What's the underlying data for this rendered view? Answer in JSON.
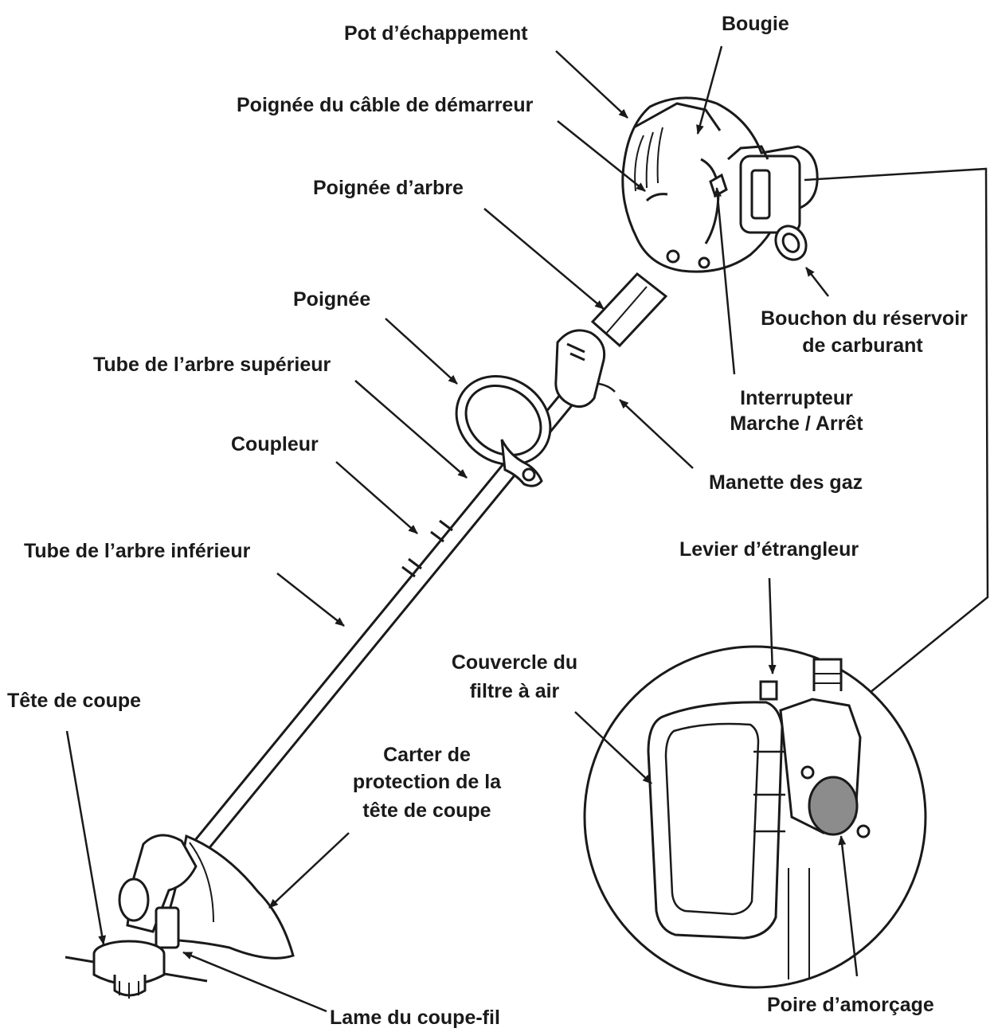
{
  "colors": {
    "ink": "#1a1a1a",
    "primer_bulb": "#8c8c8c",
    "background": "#ffffff"
  },
  "labels": {
    "exhaust": "Pot d’échappement",
    "spark_plug": "Bougie",
    "starter_handle": "Poignée du câble de démarreur",
    "shaft_handle": "Poignée d’arbre",
    "fuel_cap_1": "Bouchon du réservoir",
    "fuel_cap_2": "de carburant",
    "handle": "Poignée",
    "upper_tube": "Tube de l’arbre supérieur",
    "switch_1": "Interrupteur",
    "switch_2": "Marche / Arrêt",
    "coupler": "Coupleur",
    "throttle": "Manette des gaz",
    "lower_tube": "Tube de l’arbre inférieur",
    "choke": "Levier d’étrangleur",
    "air_filter_1": "Couvercle du",
    "air_filter_2": "filtre à air",
    "cutting_head": "Tête de coupe",
    "guard_1": "Carter de",
    "guard_2": "protection de la",
    "guard_3": "tête de coupe",
    "line_blade": "Lame du coupe-fil",
    "primer": "Poire d’amorçage"
  }
}
